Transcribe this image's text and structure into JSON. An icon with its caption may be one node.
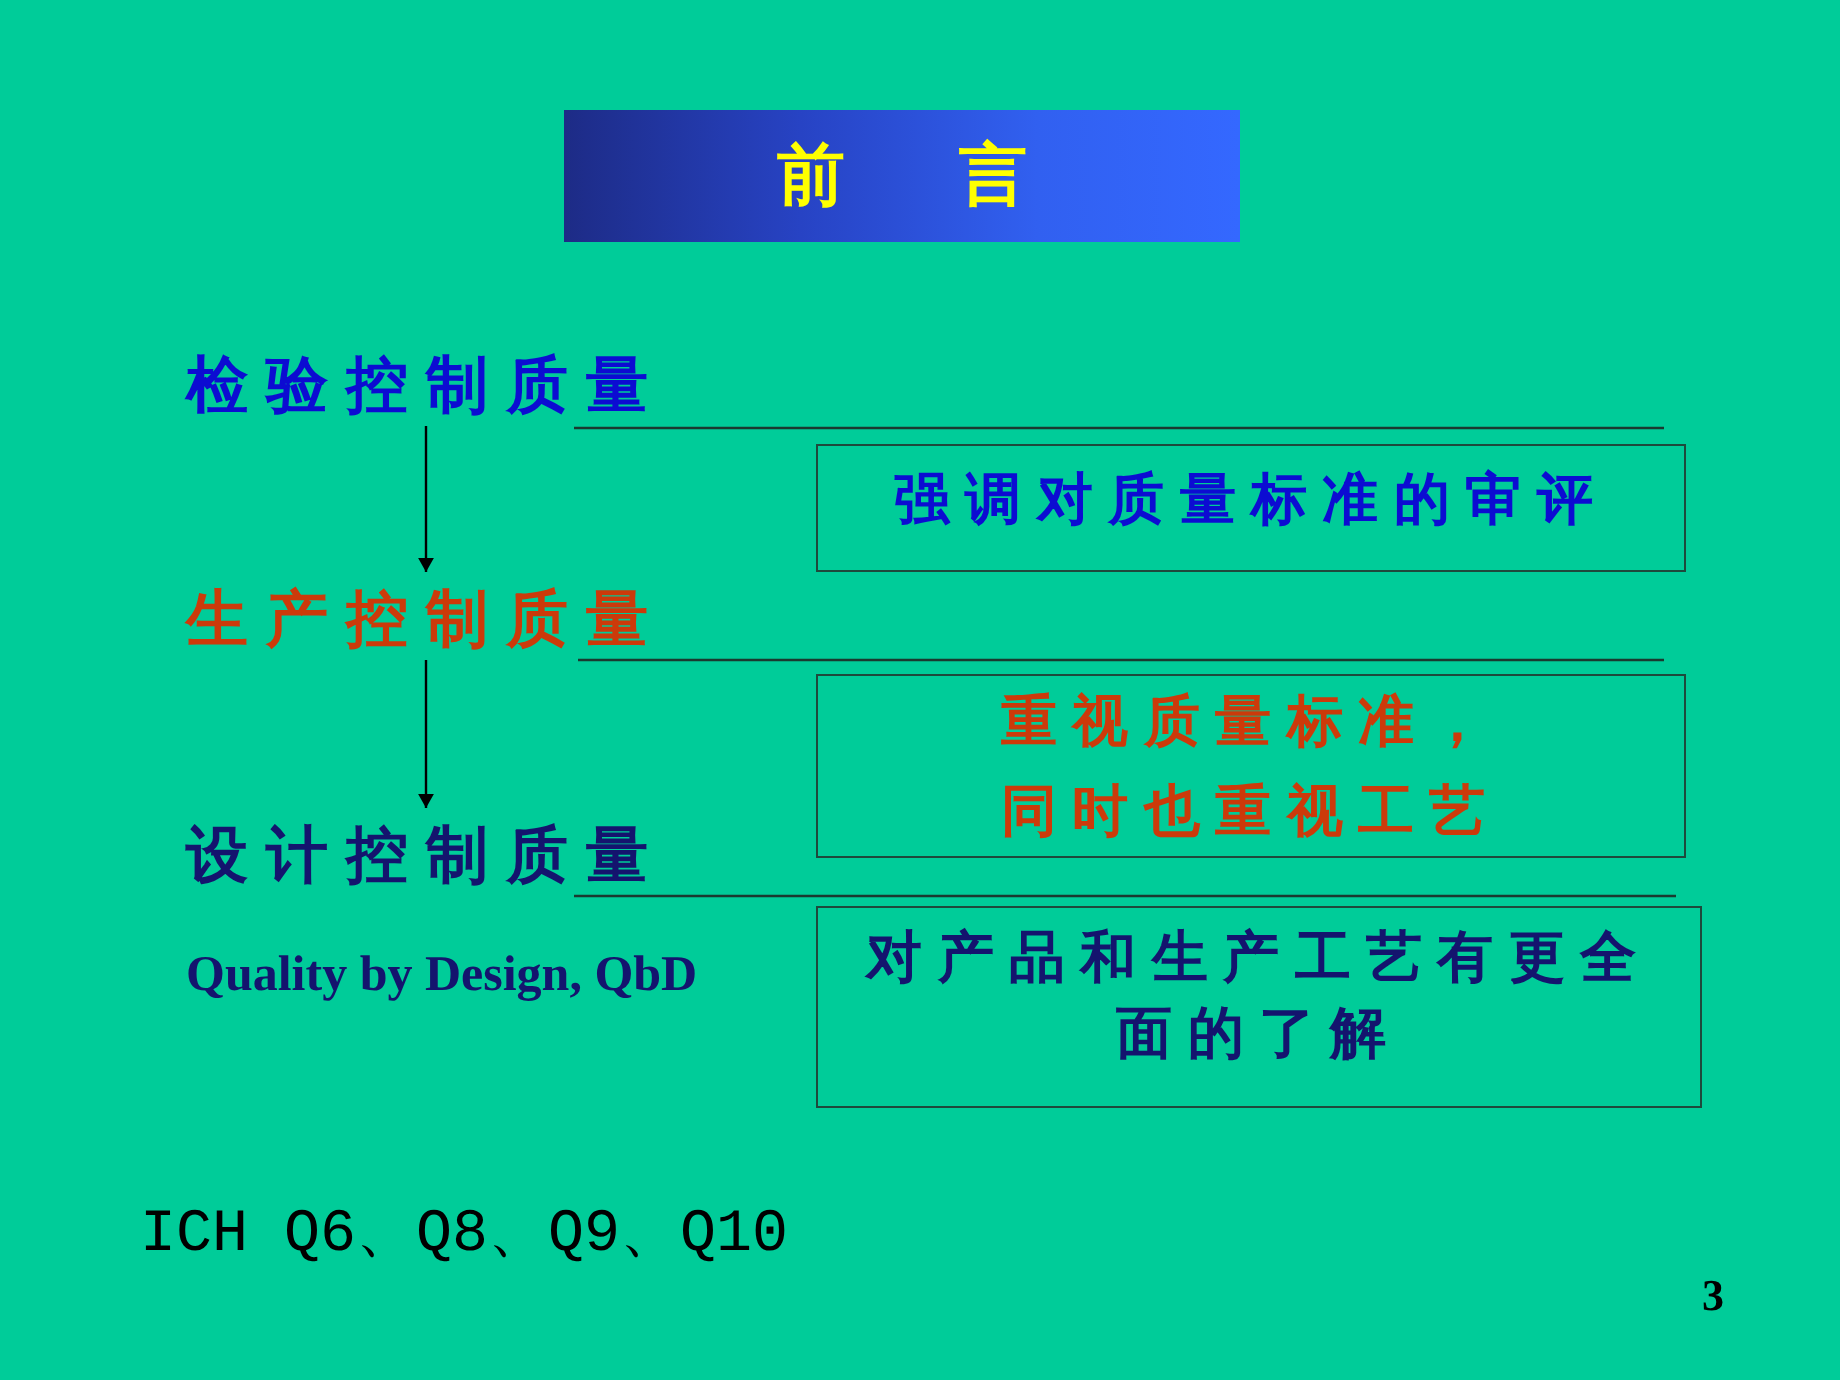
{
  "diagram": {
    "title": "前 言",
    "nodes": [
      {
        "text": [
          "检验控制质量"
        ]
      },
      {
        "text": [
          "强调对质量标准的审评"
        ]
      },
      {
        "text": [
          "生产控制质量"
        ]
      },
      {
        "text": [
          "重视质量标准，同时也重视工艺"
        ]
      },
      {
        "text": [
          "设计控制质量"
        ],
        "beside": [
          "Quality by Design, QbD"
        ]
      },
      {
        "text": [
          "对产品和生产工艺有更全面的了解"
        ]
      }
    ],
    "edges": [
      {
        "from": 0,
        "to": 2,
        "arrow": "to"
      },
      {
        "from": 2,
        "to": 4,
        "arrow": "to"
      }
    ],
    "labels": [
      "ICH Q6、Q8、Q9、Q10",
      "3"
    ]
  }
}
